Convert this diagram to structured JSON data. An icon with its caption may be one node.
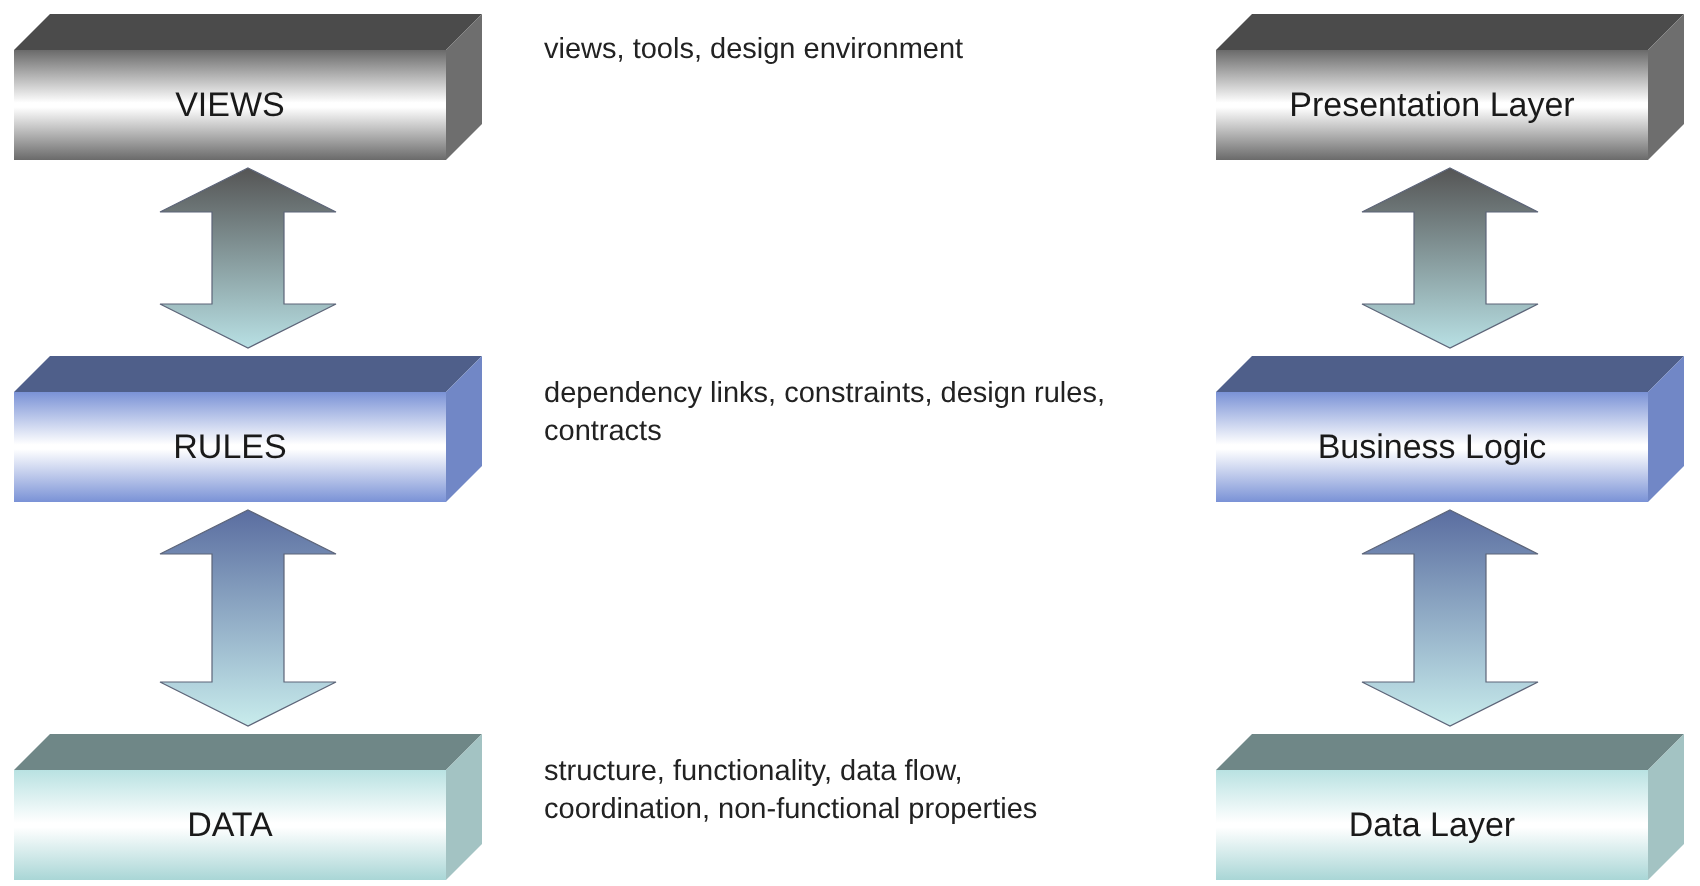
{
  "diagram": {
    "nodes": [
      {
        "text": [
          "VIEWS"
        ],
        "beside": [
          "views, tools, design environment"
        ]
      },
      {
        "text": [
          "RULES"
        ],
        "beside": [
          "dependency links, constraints, design rules, contracts"
        ]
      },
      {
        "text": [
          "DATA"
        ],
        "beside": [
          "structure, functionality, data flow, coordination, non-functional properties"
        ]
      },
      {
        "text": [
          "Presentation Layer"
        ]
      },
      {
        "text": [
          "Business Logic"
        ]
      },
      {
        "text": [
          "Data Layer"
        ]
      }
    ],
    "edges": [
      {
        "from": 1,
        "to": 0,
        "arrow": "both"
      },
      {
        "from": 2,
        "to": 1,
        "arrow": "both"
      },
      {
        "from": 4,
        "to": 3,
        "arrow": "both"
      },
      {
        "from": 5,
        "to": 4,
        "arrow": "both"
      }
    ]
  }
}
